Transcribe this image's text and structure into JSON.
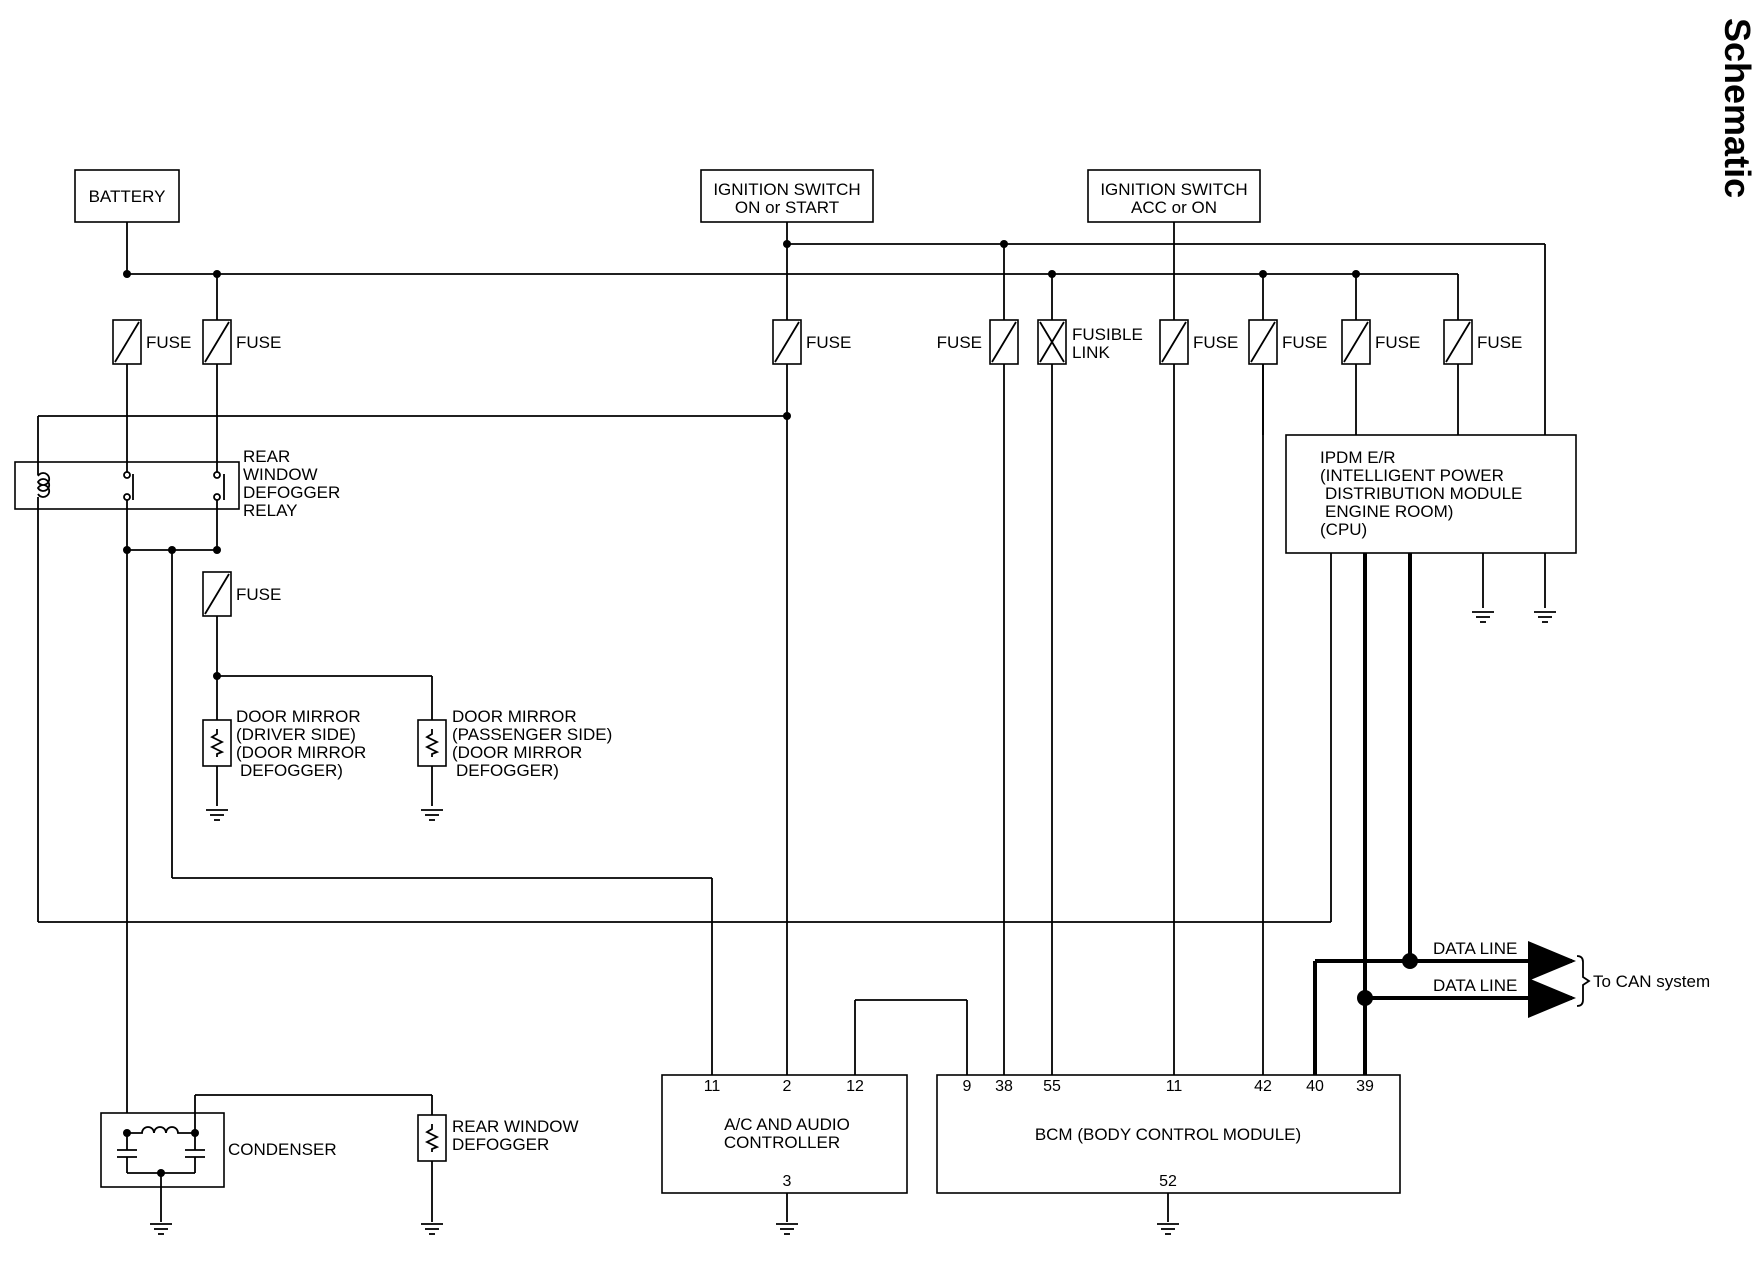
{
  "page_title": "Schematic",
  "sources": {
    "battery": "BATTERY",
    "ign_on_start": [
      "IGNITION SWITCH",
      "ON or START"
    ],
    "ign_acc_on": [
      "IGNITION SWITCH",
      "ACC or ON"
    ]
  },
  "fuse_label": "FUSE",
  "fusible_link": [
    "FUSIBLE",
    "LINK"
  ],
  "relay": [
    "REAR",
    "WINDOW",
    "DEFOGGER",
    "RELAY"
  ],
  "ipdm": [
    "IPDM E/R",
    "(INTELLIGENT POWER",
    "DISTRIBUTION MODULE",
    "ENGINE ROOM)",
    "(CPU)"
  ],
  "mirror_driver": [
    "DOOR MIRROR",
    "(DRIVER SIDE)",
    "(DOOR MIRROR",
    "DEFOGGER)"
  ],
  "mirror_passenger": [
    "DOOR MIRROR",
    "(PASSENGER SIDE)",
    "(DOOR MIRROR",
    "DEFOGGER)"
  ],
  "condenser": "CONDENSER",
  "rear_defogger": [
    "REAR WINDOW",
    "DEFOGGER"
  ],
  "ac_controller": {
    "name": [
      "A/C AND AUDIO",
      "CONTROLLER"
    ],
    "pins_top": [
      "11",
      "2",
      "12"
    ],
    "pin_bottom": "3"
  },
  "bcm": {
    "name": "BCM (BODY CONTROL MODULE)",
    "pins_top": [
      "9",
      "38",
      "55",
      "11",
      "42",
      "40",
      "39"
    ],
    "pin_bottom": "52"
  },
  "data_line": "DATA LINE",
  "can_label": "To CAN system"
}
